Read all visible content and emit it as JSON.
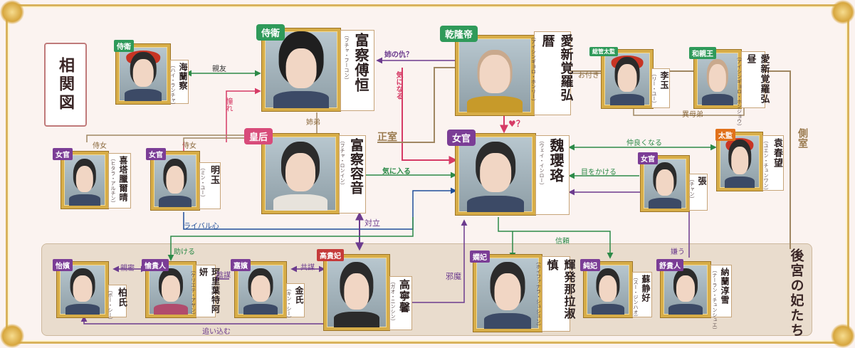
{
  "title": "相関図",
  "harem_title": "後宮の妃たち",
  "characters": {
    "hailancha": {
      "role": "侍衛",
      "name": "海蘭察",
      "reading": "（ハイ・ランチャ）"
    },
    "fuheng": {
      "role": "侍衛",
      "name": "富察傅恒",
      "reading": "（フチャ・フーコン）"
    },
    "emperor": {
      "role": "乾隆帝",
      "name": "愛新覚羅弘暦",
      "reading": "（アイシンギョロ・ホンリー）"
    },
    "liyu": {
      "role": "総管太監",
      "name": "李玉",
      "reading": "（リー・ユー）"
    },
    "hongzhou": {
      "role": "和親王",
      "name": "愛新覚羅弘昼",
      "reading": "（アイシンギョロ・ホンジョウ）"
    },
    "empress": {
      "role": "皇后",
      "name": "富察容音",
      "reading": "（フチャ・ロンイン）"
    },
    "weiyingluo": {
      "role": "女官",
      "name": "魏瓔珞",
      "reading": "（ウェイ・インロー）"
    },
    "erqing": {
      "role": "女官",
      "name": "喜塔臘爾晴",
      "reading": "（ヒタラ・アルチン）"
    },
    "mingyu": {
      "role": "女官",
      "name": "明玉",
      "reading": "（ミン・ユー）"
    },
    "zhang": {
      "role": "女官",
      "name": "張",
      "reading": "（チャン）"
    },
    "yuanchunwang": {
      "role": "太監",
      "name": "袁春望",
      "reading": "（ユエン・チュンワン）"
    },
    "gaoguifei": {
      "role": "高貴妃",
      "name": "高寧馨",
      "reading": "（ガオ・ニンシン）"
    },
    "shufei": {
      "role": "嫻妃",
      "name": "輝発那拉淑慎",
      "reading": "（ホイファナラ・シュシェン）"
    },
    "yijiao": {
      "role": "怡嬪",
      "name": "柏氏",
      "reading": "（ボー・シー）"
    },
    "yuguiren": {
      "role": "愉貴人",
      "name": "珂里葉特阿妍",
      "reading": "（ケリエテ・アヤン）"
    },
    "jiabin": {
      "role": "嘉嬪",
      "name": "金氏",
      "reading": "（キン・シー）"
    },
    "chunfei": {
      "role": "純妃",
      "name": "蘇静好",
      "reading": "（スー・ジンハオ）"
    },
    "shuguiren": {
      "role": "舒貴人",
      "name": "納蘭淳雪",
      "reading": "（ナーラン・チュンシュエ）"
    }
  },
  "relations": {
    "shinyu": "親友",
    "akogare": "憧れ",
    "ane_no_kataki": "姉の仇？",
    "ki_ni_naru": "気になる",
    "otsuki": "お付き",
    "ibobotei": "異母弟",
    "shitei": "姉弟",
    "heart_q": "♥？",
    "seishitsu": "正室",
    "sokushitsu": "側室",
    "jijo1": "侍女",
    "jijo2": "侍女",
    "ki_ni_iru": "気に入る",
    "nakayoku": "仲良くなる",
    "me_wo_kakeru": "目をかける",
    "rival": "ライバル心",
    "tairitsu": "対立",
    "tasukeru": "助ける",
    "shinrai": "信頼",
    "kirau": "嫌う",
    "shinmitsu": "親密",
    "inbou": "陰謀",
    "kyoubou": "共謀",
    "jama": "邪魔",
    "oikomu": "追い込む"
  },
  "colors": {
    "green": "#2c8a48",
    "pink": "#d63b66",
    "purple": "#6c3b8e",
    "blue": "#1f4f9a",
    "tan": "#a08762",
    "gold": "#d7ad48"
  }
}
